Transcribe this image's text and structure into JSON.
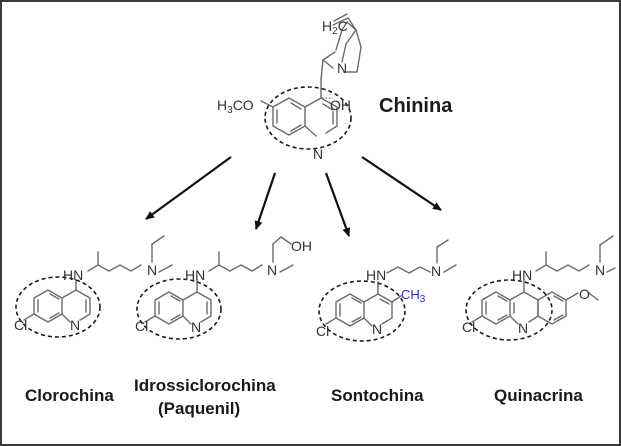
{
  "diagram": {
    "parent": {
      "name": "Chinina",
      "labels": {
        "vinyl": "H2C",
        "methoxy": "H3CO",
        "hydroxyl": "OH",
        "ring_n": "N",
        "bridge_n": "N"
      }
    },
    "derivatives": [
      {
        "name": "Clorochina",
        "name_line2": "",
        "labels": {
          "amine": "HN",
          "tertiary_n": "N",
          "chloro": "Cl",
          "ring_n": "N"
        }
      },
      {
        "name": "Idrossiclorochina",
        "name_line2": "(Paquenil)",
        "labels": {
          "amine": "HN",
          "tertiary_n": "N",
          "hydroxyl": "OH",
          "chloro": "Cl",
          "ring_n": "N"
        }
      },
      {
        "name": "Sontochina",
        "name_line2": "",
        "labels": {
          "amine": "HN",
          "tertiary_n": "N",
          "methyl": "CH3",
          "chloro": "Cl",
          "ring_n": "N"
        },
        "highlight_color": "#2a2ad0"
      },
      {
        "name": "Quinacrina",
        "name_line2": "",
        "labels": {
          "amine": "HN",
          "tertiary_n": "N",
          "methoxy_o": "O",
          "chloro": "Cl",
          "ring_n": "N"
        }
      }
    ],
    "arrows": [
      {
        "from": "Chinina",
        "to": "Clorochina"
      },
      {
        "from": "Chinina",
        "to": "Idrossiclorochina"
      },
      {
        "from": "Chinina",
        "to": "Sontochina"
      },
      {
        "from": "Chinina",
        "to": "Quinacrina"
      }
    ]
  }
}
